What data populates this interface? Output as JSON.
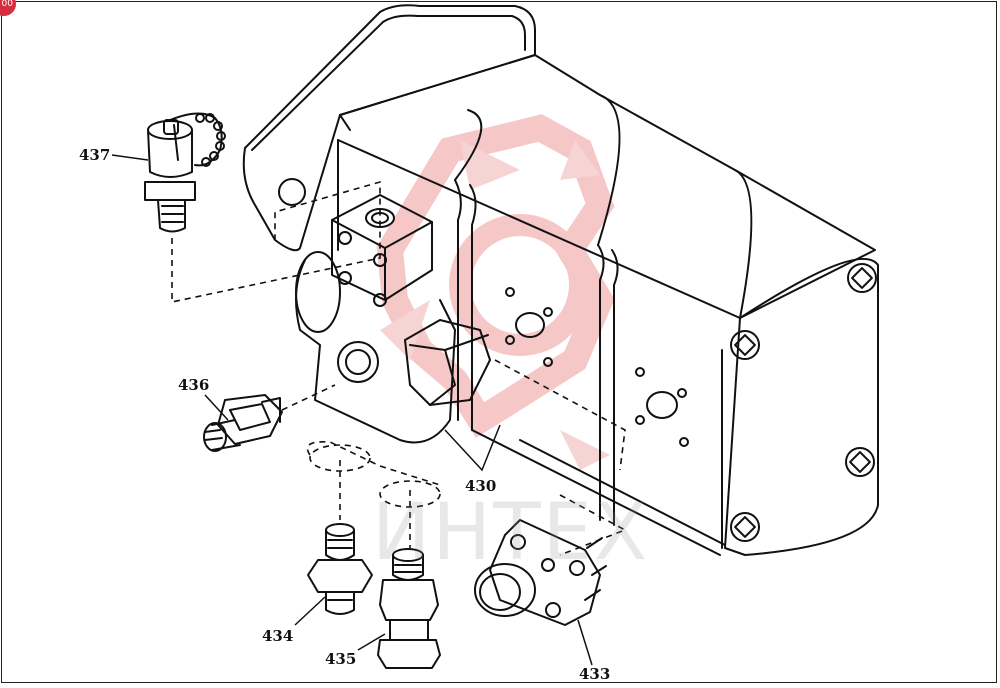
{
  "diagram": {
    "callouts": [
      {
        "id": "437",
        "label": "437"
      },
      {
        "id": "436",
        "label": "436"
      },
      {
        "id": "430",
        "label": "430"
      },
      {
        "id": "434",
        "label": "434"
      },
      {
        "id": "435",
        "label": "435"
      },
      {
        "id": "433",
        "label": "433"
      }
    ],
    "watermark": {
      "text": "ИНТЕХ",
      "color": "#f2b8b8"
    },
    "corner_badge": "00",
    "line_color": "#111111"
  }
}
